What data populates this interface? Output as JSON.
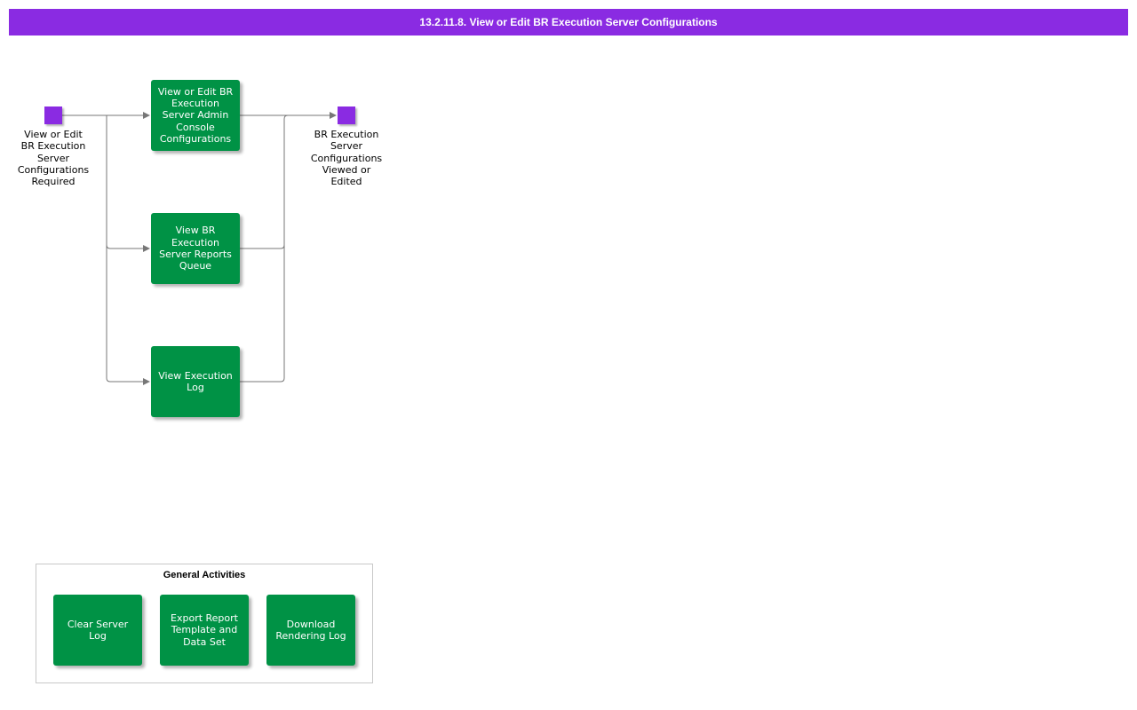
{
  "header": {
    "title": "13.2.11.8. View or Edit BR Execution Server Configurations"
  },
  "start_event": {
    "label": "View or Edit\nBR  Execution\nServer\nConfigurations\nRequired"
  },
  "end_event": {
    "label": "BR  Execution\nServer\nConfigurations\nViewed or\nEdited"
  },
  "tasks": [
    {
      "label": "View or Edit BR Execution Server Admin Console Configurations"
    },
    {
      "label": "View BR Execution Server Reports Queue"
    },
    {
      "label": "View Execution Log"
    }
  ],
  "general_activities": {
    "title": "General Activities",
    "items": [
      {
        "label": "Clear Server Log"
      },
      {
        "label": "Export Report Template and Data Set"
      },
      {
        "label": "Download Rendering Log"
      }
    ]
  },
  "colors": {
    "header": "#8a2be2",
    "event": "#8a2be2",
    "task": "#009245",
    "connector": "#777777"
  }
}
